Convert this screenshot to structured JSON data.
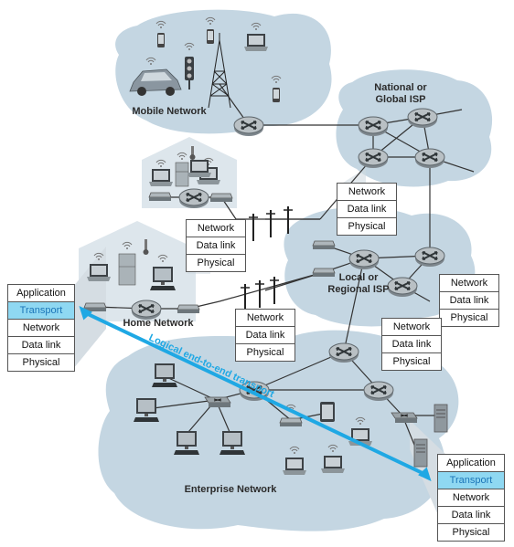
{
  "regions": {
    "mobile": "Mobile Network",
    "global_isp": "National or Global ISP",
    "regional_isp": "Local or Regional ISP",
    "home": "Home Network",
    "enterprise": "Enterprise Network"
  },
  "transport_arrow_label": "Logical end-to-end transport",
  "stacks": {
    "left_host": [
      "Application",
      "Transport",
      "Network",
      "Data link",
      "Physical"
    ],
    "right_host": [
      "Application",
      "Transport",
      "Network",
      "Data link",
      "Physical"
    ],
    "router_global": [
      "Network",
      "Data link",
      "Physical"
    ],
    "router_home": [
      "Network",
      "Data link",
      "Physical"
    ],
    "router_regional_left": [
      "Network",
      "Data link",
      "Physical"
    ],
    "router_regional_right": [
      "Network",
      "Data link",
      "Physical"
    ],
    "router_enterprise": [
      "Network",
      "Data link",
      "Physical"
    ]
  },
  "colors": {
    "cloud": "#c4d6e2",
    "house": "#dde6ec",
    "router": "#a5adb2",
    "arrow": "#1fa8e4",
    "highlight": "#8fd8f2"
  }
}
